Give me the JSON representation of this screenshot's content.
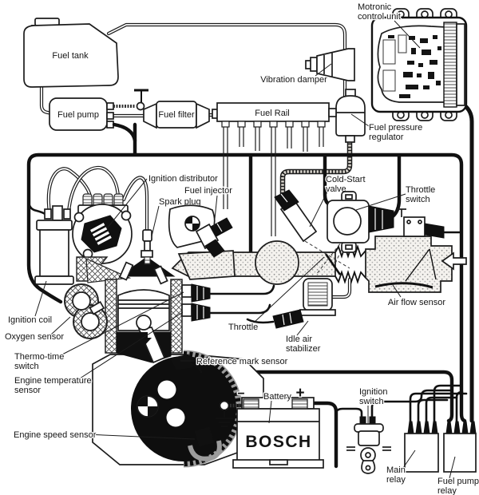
{
  "diagram_type": "engine-management-system-schematic",
  "colors": {
    "line": "#1c1c1c",
    "background": "#ffffff",
    "speckle_fill": "#9a9a9a",
    "component_black": "#101010",
    "gray_metal": "#9c9c9c"
  },
  "icons": {
    "air_inlet_arrow": "left-arrow",
    "ground_terminal": "ground-symbol",
    "balance_mark": "checkered-circle"
  },
  "labels": {
    "fuel_tank": "Fuel tank",
    "fuel_pump": "Fuel pump",
    "fuel_filter": "Fuel filter",
    "fuel_rail": "Fuel Rail",
    "vibration_damper": "Vibration damper",
    "motronic": {
      "l1": "Motronic",
      "l2": "control unit"
    },
    "fuel_pressure_regulator": {
      "l1": "Fuel pressure",
      "l2": "regulator"
    },
    "ignition_distributor": "Ignition distributor",
    "fuel_injector": "Fuel injector",
    "spark_plug": "Spark plug",
    "cold_start_valve": {
      "l1": "Cold-Start",
      "l2": "valve"
    },
    "throttle_switch": {
      "l1": "Throttle",
      "l2": "switch"
    },
    "air_flow_sensor": "Air flow sensor",
    "ignition_coil": "Ignition coil",
    "oxygen_sensor": "Oxygen sensor",
    "thermo_time_switch": {
      "l1": "Thermo-time",
      "l2": "switch"
    },
    "engine_temperature_sensor": {
      "l1": "Engine temperature",
      "l2": "sensor"
    },
    "throttle": "Throttle",
    "idle_air_stabilizer": {
      "l1": "Idle air",
      "l2": "stabilizer"
    },
    "reference_mark_sensor": "Reference mark sensor",
    "engine_speed_sensor": "Engine speed sensor",
    "battery": "Battery",
    "battery_brand": "BOSCH",
    "battery_minus": "−",
    "battery_plus": "+",
    "ignition_switch": {
      "l1": "Ignition",
      "l2": "switch"
    },
    "main_relay": {
      "l1": "Main",
      "l2": "relay"
    },
    "fuel_pump_relay": {
      "l1": "Fuel pump",
      "l2": "relay"
    }
  }
}
